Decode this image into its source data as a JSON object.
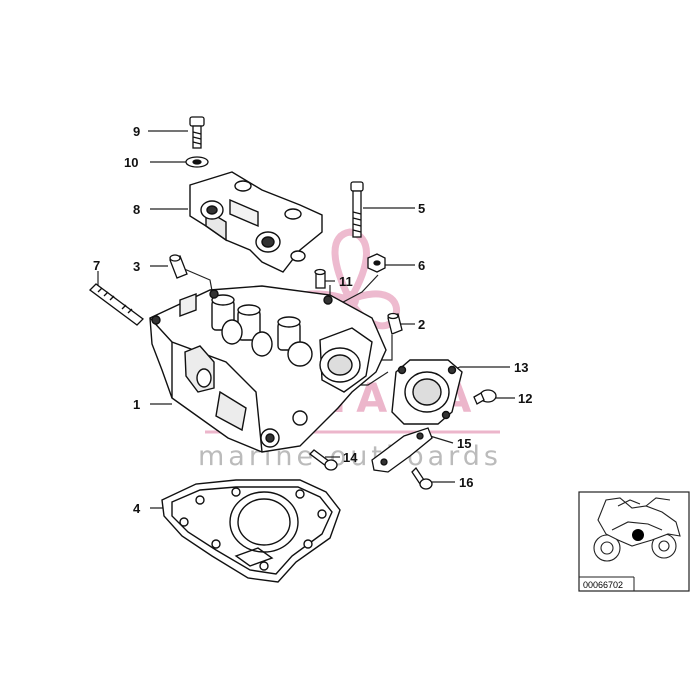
{
  "callouts": {
    "c1": "1",
    "c2": "2",
    "c3": "3",
    "c4": "4",
    "c5": "5",
    "c6": "6",
    "c7": "7",
    "c8": "8",
    "c9": "9",
    "c10": "10",
    "c11": "11",
    "c12": "12",
    "c13": "13",
    "c14": "14",
    "c15": "15",
    "c16": "16"
  },
  "watermark": {
    "brand": "ARMADA",
    "tagline": "marine outboards",
    "color": "#e8a4bf"
  },
  "inset": {
    "code": "00066702",
    "marker_color": "#000000"
  }
}
